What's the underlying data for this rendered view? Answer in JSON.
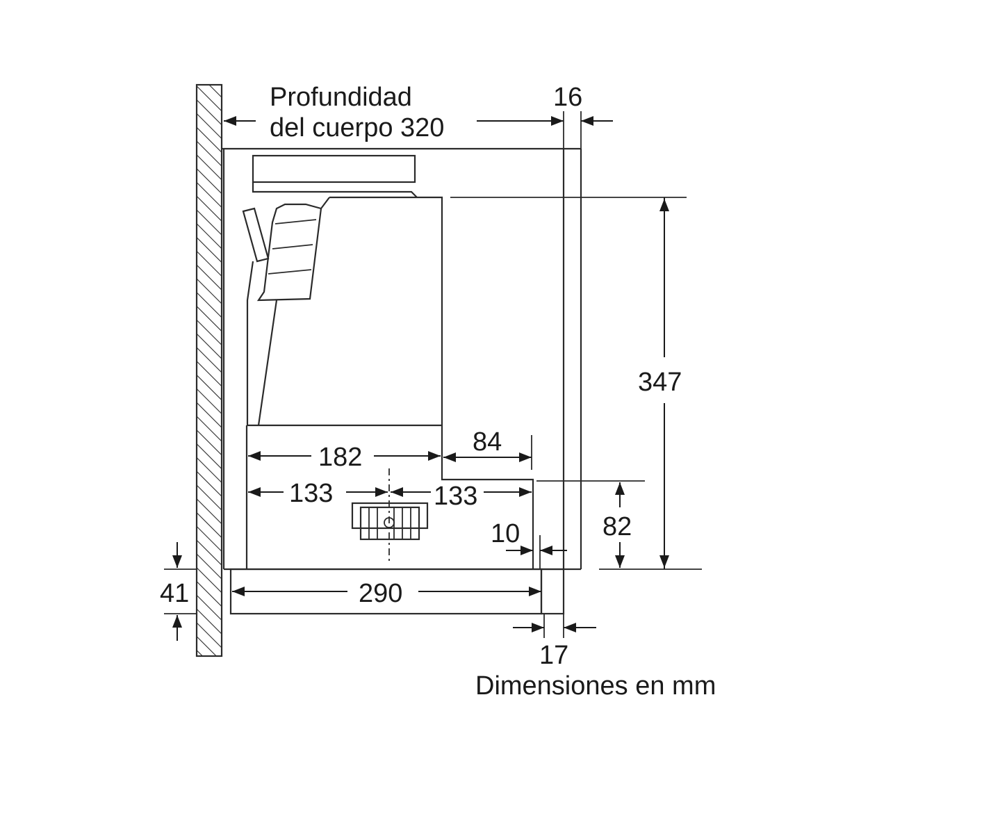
{
  "labels": {
    "depth_line1": "Profundidad",
    "depth_line2": "del cuerpo 320",
    "d16": "16",
    "d347": "347",
    "d84": "84",
    "d182": "182",
    "d133_left": "133",
    "d133_right": "133",
    "d82": "82",
    "d10": "10",
    "d41": "41",
    "d290": "290",
    "d17": "17",
    "units_note": "Dimensiones en mm"
  }
}
